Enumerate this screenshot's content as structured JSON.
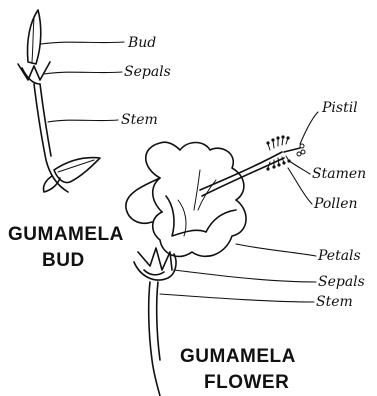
{
  "bud": {
    "title_line1": "GUMAMELA",
    "title_line2": "BUD",
    "labels": {
      "bud": "Bud",
      "sepals": "Sepals",
      "stem": "Stem"
    }
  },
  "flower": {
    "title_line1": "GUMAMELA",
    "title_line2": "FLOWER",
    "labels": {
      "pistil": "Pistil",
      "stamen": "Stamen",
      "pollen": "Pollen",
      "petals": "Petals",
      "sepals": "Sepals",
      "stem": "Stem"
    }
  }
}
